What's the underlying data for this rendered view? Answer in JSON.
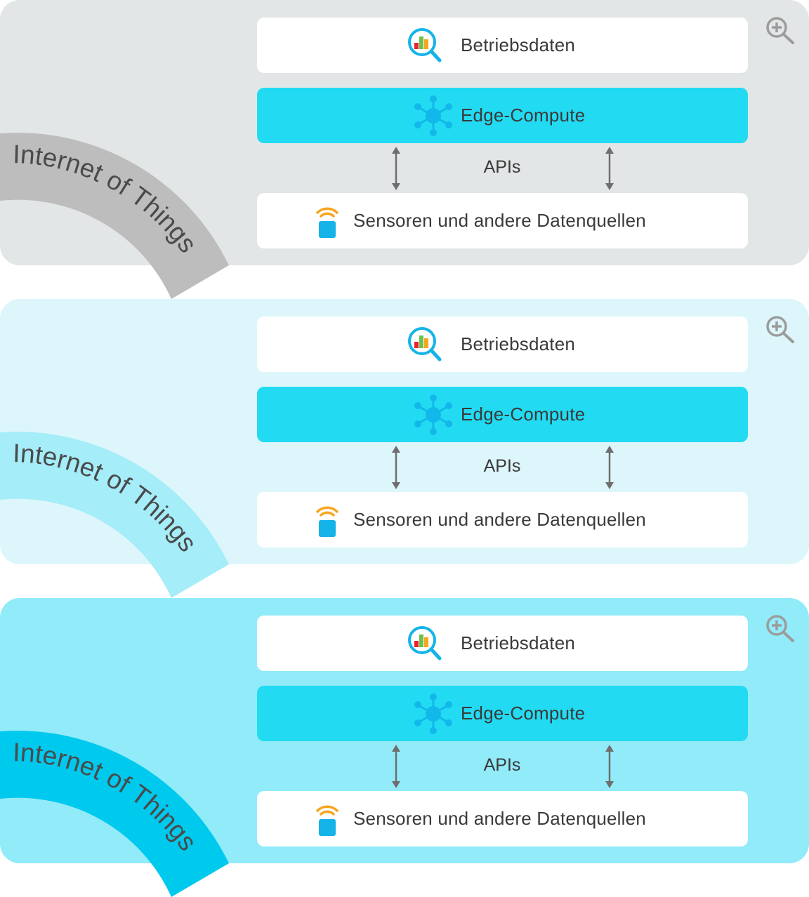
{
  "panels": [
    {
      "background": "#e3e6e7",
      "arc_color": "#bdbdbd",
      "arc_label": "Internet of Things",
      "top_box": {
        "label": "Betriebsdaten",
        "icon": "analytics-magnifier-icon"
      },
      "middle_box": {
        "label": "Edge-Compute",
        "icon": "network-hub-icon"
      },
      "connector_label": "APIs",
      "bottom_box": {
        "label": "Sensoren und andere Datenquellen",
        "icon": "wireless-sensor-icon"
      },
      "zoom_icon": "zoom-in-icon"
    },
    {
      "background": "#ddf6fb",
      "arc_color": "#a5edf8",
      "arc_label": "Internet of Things",
      "top_box": {
        "label": "Betriebsdaten",
        "icon": "analytics-magnifier-icon"
      },
      "middle_box": {
        "label": "Edge-Compute",
        "icon": "network-hub-icon"
      },
      "connector_label": "APIs",
      "bottom_box": {
        "label": "Sensoren und andere Datenquellen",
        "icon": "wireless-sensor-icon"
      },
      "zoom_icon": "zoom-in-icon"
    },
    {
      "background": "#92ebf9",
      "arc_color": "#00c9ee",
      "arc_label": "Internet of Things",
      "top_box": {
        "label": "Betriebsdaten",
        "icon": "analytics-magnifier-icon"
      },
      "middle_box": {
        "label": "Edge-Compute",
        "icon": "network-hub-icon"
      },
      "connector_label": "APIs",
      "bottom_box": {
        "label": "Sensoren und andere Datenquellen",
        "icon": "wireless-sensor-icon"
      },
      "zoom_icon": "zoom-in-icon"
    }
  ],
  "colors": {
    "compute_box": "#22dbf2",
    "hub_icon": "#12b8ea",
    "sensor_body": "#14b4e8",
    "sensor_waves": "#f7a51e",
    "arrow": "#6e6e6e",
    "text": "#3a3a3a"
  }
}
